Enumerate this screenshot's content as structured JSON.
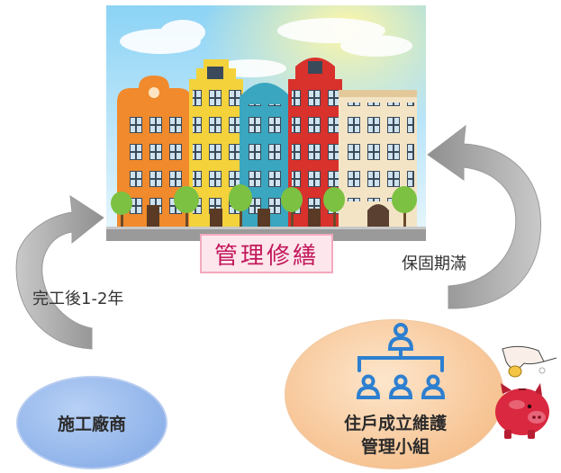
{
  "center_label": "管理修繕",
  "left_arrow_label": "完工後1-2年",
  "right_arrow_label": "保固期滿",
  "contractor": "施工廠商",
  "committee_line1": "住戶成立維護",
  "committee_line2": "管理小組",
  "colors": {
    "pink_box": "#fde6ec",
    "pink_text": "#c2185b",
    "blue_ellipse": "#8fb3ea",
    "orange_ellipse": "#f7c99c",
    "arrow_gray": "#a7a7a7",
    "icon_blue": "#2d7fd0"
  }
}
